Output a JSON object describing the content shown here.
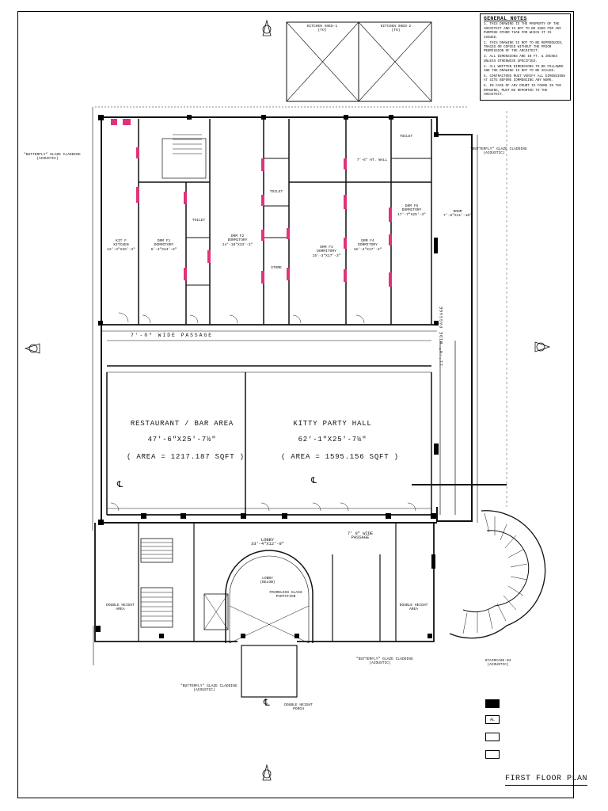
{
  "notes": {
    "heading": "GENERAL NOTES",
    "items": [
      "1. THIS DRAWING IS THE PROPERTY OF THE ARCHITECT AND IS NOT TO BE USED FOR ANY PURPOSE OTHER THAN FOR WHICH IT IS ISSUED.",
      "2. THIS DRAWING IS NOT TO BE REPRODUCED, TRACED OR COPIED WITHOUT THE PRIOR PERMISSION OF THE ARCHITECT.",
      "3. ALL DIMENSIONS ARE IN FT. & INCHES UNLESS OTHERWISE SPECIFIED.",
      "4. ALL WRITTEN DIMENSIONS TO BE FOLLOWED AND THE DRAWING IS NOT TO BE SCALED.",
      "5. CONTRACTORS MUST VERIFY ALL DIMENSIONS AT SITE BEFORE COMMENCING ANY WORK.",
      "6. IN CASE OF ANY DOUBT IS FOUND IN THE DRAWING, MUST BE REPORTED TO THE ARCHITECT."
    ]
  },
  "top": {
    "shed1": "KITCHEN SHED-1",
    "shed2": "KITCHEN SHED-2",
    "sub": "(TO)"
  },
  "rooms": {
    "kitchen": [
      "KIT F",
      "KITCHEN",
      "12'-3\"X25'-3\""
    ],
    "drm1": [
      "DRM F1",
      "DORMITORY",
      "6'-3\"X24'-6\""
    ],
    "drm2": [
      "DRM F2",
      "DORMITORY",
      "14'-10\"X33'-3\""
    ],
    "drm3": [
      "DRM F3",
      "DORMITORY",
      "15'-3\"X17'-3\""
    ],
    "drm4": [
      "DRM F4",
      "DORMITORY",
      "15'-3\"X17'-3\""
    ],
    "drm5": [
      "DRM F5",
      "DORMITORY",
      "17'-7\"X25'-3\""
    ],
    "room": [
      "ROOM",
      "7'-8\"X11'-10\""
    ],
    "wall": "7'-6\" HT. WALL",
    "toilet": "TOILET",
    "store": "STORE"
  },
  "passage_top": "7'-0\"    WIDE    PASSAGE",
  "passage_side": "11'-0\" WIDE PASSAGE",
  "restaurant": {
    "name": "RESTAURANT / BAR AREA",
    "dims": "47'-6\"X25'-7½\"",
    "area": "( AREA = 1217.187 SQFT )"
  },
  "kitty": {
    "name": "KITTY PARTY HALL",
    "dims": "62'-1\"X25'-7½\"",
    "area": "( AREA = 1595.156 SQFT )"
  },
  "lobby": {
    "name": "LOBBY",
    "dims": "33'-4\"X12'-9\"",
    "below": [
      "LOBBY",
      "(BELOW)"
    ],
    "glass": [
      "FRAMELESS GLASS",
      "PARTITION"
    ]
  },
  "passage_small": [
    "7' 0\" WIDE",
    "PASSAGE"
  ],
  "double_height": [
    "DOUBLE HEIGHT",
    "AREA"
  ],
  "porch": [
    "DOUBLE HEIGHT",
    "PORCH"
  ],
  "staircase": [
    "STAIRCASE-03",
    "(ACOUSTIC)"
  ],
  "cladding": [
    "\"BUTTERFLY\" GLAZE CLADDING",
    "(ACOUSTIC)"
  ],
  "cl": "℄",
  "legend": {
    "al": "AL"
  },
  "title": "FIRST FLOOR PLAN",
  "colors": {
    "line": "#111111",
    "column": "#000000",
    "pink": "#e0337a",
    "bg": "#ffffff"
  }
}
